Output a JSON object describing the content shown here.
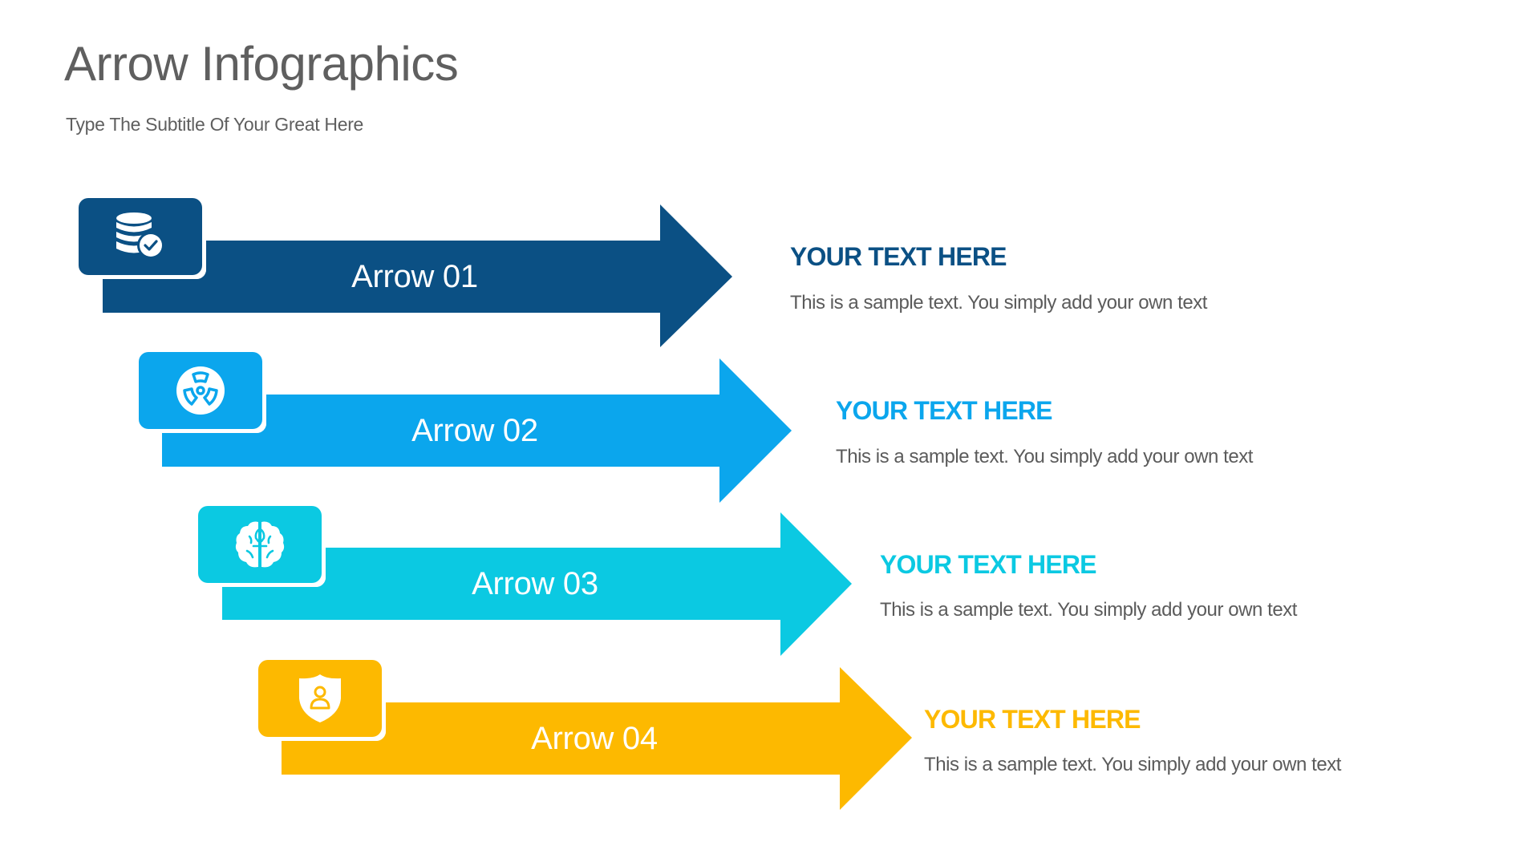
{
  "header": {
    "title": "Arrow Infographics",
    "subtitle": "Type The Subtitle Of Your Great Here"
  },
  "items": [
    {
      "label": "Arrow 01",
      "icon": "database-check-icon",
      "color": "#0b5084",
      "heading": "YOUR TEXT HERE",
      "body": "This is a sample text. You simply add your own text"
    },
    {
      "label": "Arrow 02",
      "icon": "radiation-icon",
      "color": "#0ba6ed",
      "heading": "YOUR TEXT HERE",
      "body": "This is a sample text. You simply add your own text"
    },
    {
      "label": "Arrow 03",
      "icon": "brain-icon",
      "color": "#0bc9e2",
      "heading": "YOUR TEXT HERE",
      "body": "This is a sample text. You simply add your own text"
    },
    {
      "label": "Arrow 04",
      "icon": "shield-user-icon",
      "color": "#fdb900",
      "heading": "YOUR TEXT HERE",
      "body": "This is a sample text. You simply add your own text"
    }
  ],
  "colors": {
    "title_text": "#5f5f5f",
    "body_text": "#5b5b5b",
    "background": "#ffffff"
  }
}
